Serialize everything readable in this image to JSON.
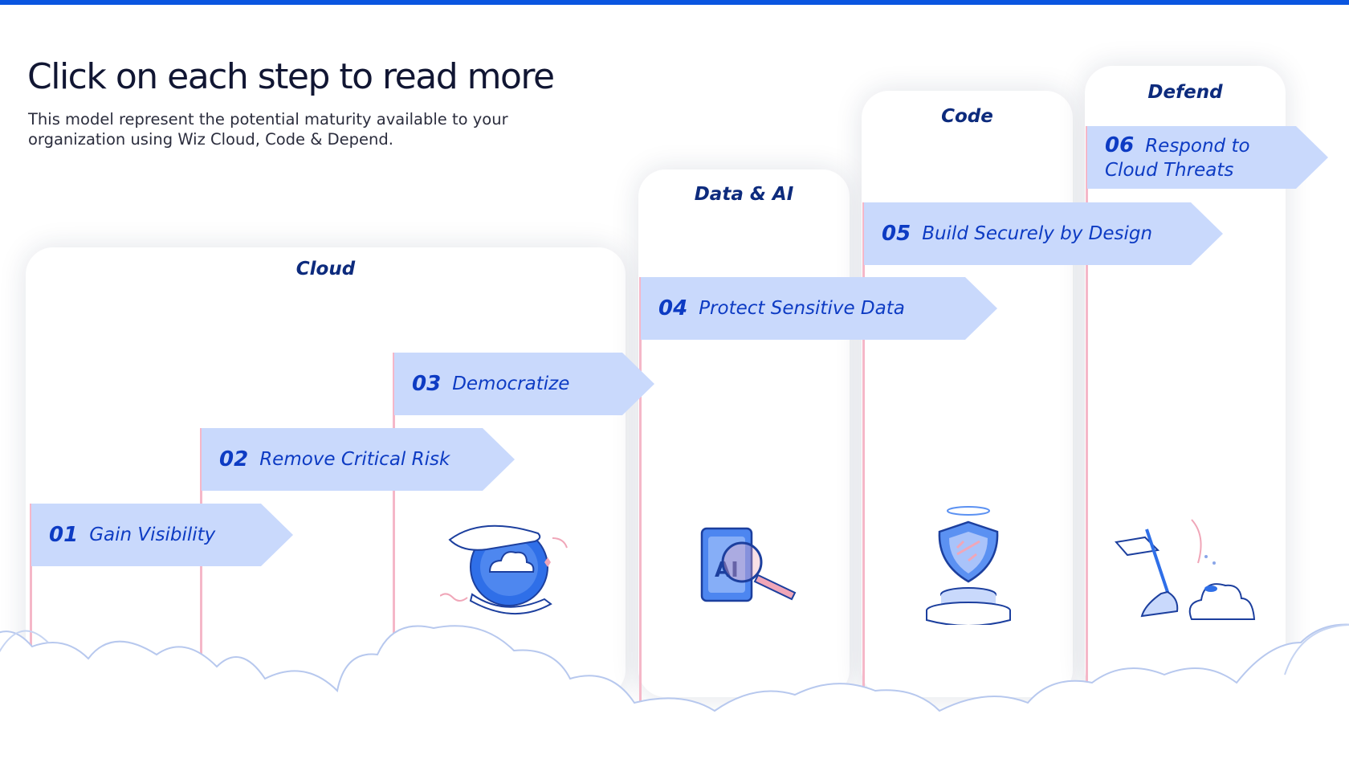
{
  "header": {
    "title": "Click on each step to read more",
    "subtitle": "This model represent the potential maturity available to your organization using Wiz Cloud, Code & Depend."
  },
  "cards": {
    "cloud": "Cloud",
    "data_ai": "Data & AI",
    "code": "Code",
    "defend": "Defend"
  },
  "steps": [
    {
      "num": "01",
      "label": "Gain Visibility"
    },
    {
      "num": "02",
      "label": "Remove Critical Risk"
    },
    {
      "num": "03",
      "label": "Democratize"
    },
    {
      "num": "04",
      "label": "Protect Sensitive Data"
    },
    {
      "num": "05",
      "label": "Build Securely by Design"
    },
    {
      "num": "06",
      "label": "Respond to Cloud Threats"
    }
  ],
  "illustrations": {
    "cloud": "hand-holding-globe-icon",
    "data_ai": "ai-magnifier-icon",
    "code": "shield-pedestal-icon",
    "defend": "broom-cloud-icon"
  },
  "colors": {
    "accent": "#0a55e0",
    "step_fill": "#c9d9fc",
    "step_text": "#0d3bc3",
    "card_label": "#0d2b7d",
    "pink_line": "#f5b7c8"
  }
}
